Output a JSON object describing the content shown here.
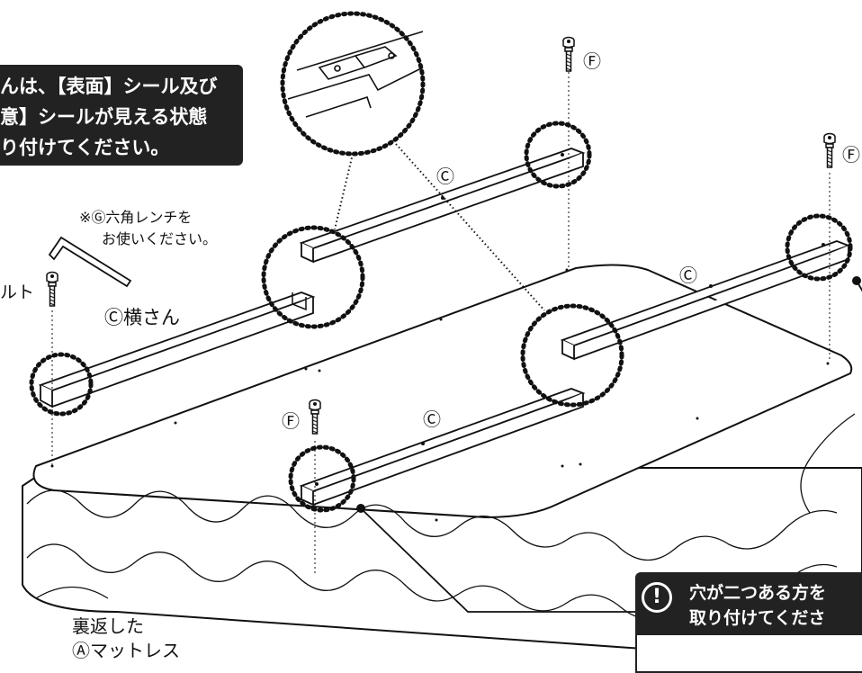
{
  "note": {
    "lines": [
      "んは、【表面】シール及び",
      "意】シールが見える状態",
      "り付けてください。"
    ]
  },
  "tool_note": {
    "lines": [
      "※Ⓖ六角レンチを",
      "お使いください。"
    ]
  },
  "bolt_label": "ルト",
  "crossbar_label": "Ⓒ横さん",
  "part_c": "Ⓒ",
  "part_f": "Ⓕ",
  "mattress_label": {
    "lines": [
      "裏返した",
      "Ⓐマットレス"
    ]
  },
  "warning": {
    "icon": "exclamation-icon",
    "lines": [
      "穴が二つある方を",
      "取り付けてくださ"
    ]
  },
  "colors": {
    "dark_box": "#222222",
    "line": "#111111",
    "white": "#ffffff"
  }
}
